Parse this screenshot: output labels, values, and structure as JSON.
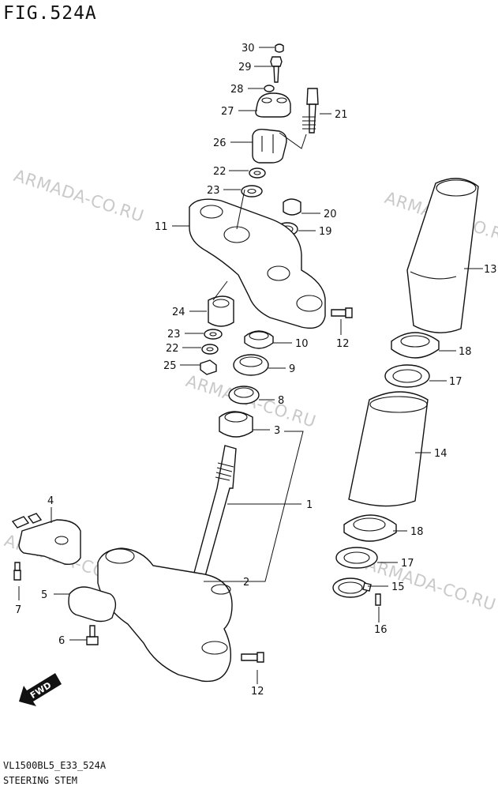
{
  "figure": {
    "title": "FIG.524A",
    "model_code": "VL1500BL5_E33_524A",
    "name": "STEERING STEM"
  },
  "watermark": {
    "text": "ARMADA-CO.RU",
    "color": "#9e9e9e"
  },
  "fwd_badge": "FWD",
  "callouts": [
    {
      "id": "c30",
      "label": "30"
    },
    {
      "id": "c29",
      "label": "29"
    },
    {
      "id": "c28",
      "label": "28"
    },
    {
      "id": "c27",
      "label": "27"
    },
    {
      "id": "c21",
      "label": "21"
    },
    {
      "id": "c26",
      "label": "26"
    },
    {
      "id": "c22a",
      "label": "22"
    },
    {
      "id": "c23a",
      "label": "23"
    },
    {
      "id": "c20",
      "label": "20"
    },
    {
      "id": "c11",
      "label": "11"
    },
    {
      "id": "c19",
      "label": "19"
    },
    {
      "id": "c13",
      "label": "13"
    },
    {
      "id": "c24",
      "label": "24"
    },
    {
      "id": "c12a",
      "label": "12"
    },
    {
      "id": "c23b",
      "label": "23"
    },
    {
      "id": "c10",
      "label": "10"
    },
    {
      "id": "c18a",
      "label": "18"
    },
    {
      "id": "c22b",
      "label": "22"
    },
    {
      "id": "c25",
      "label": "25"
    },
    {
      "id": "c9",
      "label": "9"
    },
    {
      "id": "c17a",
      "label": "17"
    },
    {
      "id": "c8",
      "label": "8"
    },
    {
      "id": "c3",
      "label": "3"
    },
    {
      "id": "c14",
      "label": "14"
    },
    {
      "id": "c1",
      "label": "1"
    },
    {
      "id": "c4",
      "label": "4"
    },
    {
      "id": "c18b",
      "label": "18"
    },
    {
      "id": "c17b",
      "label": "17"
    },
    {
      "id": "c2",
      "label": "2"
    },
    {
      "id": "c15",
      "label": "15"
    },
    {
      "id": "c5",
      "label": "5"
    },
    {
      "id": "c7",
      "label": "7"
    },
    {
      "id": "c16",
      "label": "16"
    },
    {
      "id": "c6",
      "label": "6"
    },
    {
      "id": "c12b",
      "label": "12"
    }
  ]
}
